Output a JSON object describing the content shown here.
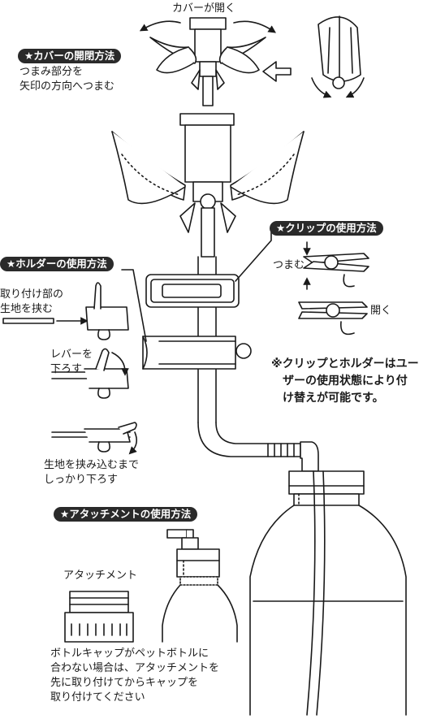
{
  "cover": {
    "opens_label": "カバーが開く",
    "section_title": "★カバーの開閉方法",
    "instruction": [
      "つまみ部分を",
      "矢印の方向へつまむ"
    ]
  },
  "clip": {
    "section_title": "★クリップの使用方法",
    "pinch_label": "つまむ",
    "open_label": "開く"
  },
  "holder": {
    "section_title": "★ホルダーの使用方法",
    "step1": [
      "取り付け部の",
      "生地を挟む"
    ],
    "step2": [
      "レバーを",
      "下ろす"
    ],
    "step3": [
      "生地を挟み込むまで",
      "しっかり下ろす"
    ]
  },
  "note": [
    "※クリップとホルダーはユー",
    "ザーの使用状態により付",
    "け替えが可能です。"
  ],
  "attachment": {
    "section_title": "★アタッチメントの使用方法",
    "part_label": "アタッチメント",
    "instruction": [
      "ボトルキャップがペットボトルに",
      "合わない場合は、アタッチメントを",
      "先に取り付けてからキャップを",
      "取り付けてください"
    ]
  }
}
